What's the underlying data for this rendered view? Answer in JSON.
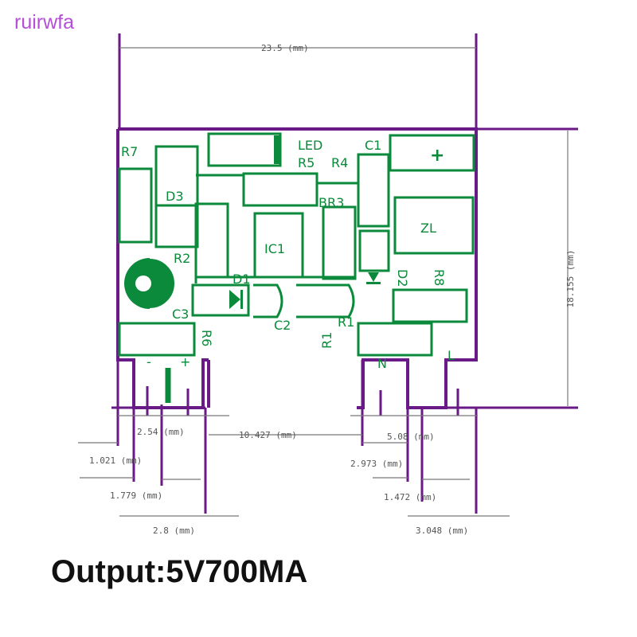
{
  "watermark": "ruirwfa",
  "output_label": "Output:5V700MA",
  "colors": {
    "board": "#6a1a86",
    "silk": "#0a8a3a",
    "dim": "#555555"
  },
  "dimensions": {
    "width": "23.5 (mm)",
    "height": "18.155 (mm)",
    "d1": "2.54 (mm)",
    "d2": "10.427 (mm)",
    "d3": "5.08 (mm)",
    "d4": "1.021 (mm)",
    "d5": "2.973 (mm)",
    "d6": "1.779 (mm)",
    "d7": "1.472 (mm)",
    "d8": "2.8 (mm)",
    "d9": "3.048 (mm)"
  },
  "components": {
    "r7": "R7",
    "d3": "D3",
    "r2": "R2",
    "c3": "C3",
    "r6": "R6",
    "led": "LED",
    "r5": "R5",
    "r4": "R4",
    "c1": "C1",
    "br3": "BR3",
    "zl": "ZL",
    "ic1": "IC1",
    "d1": "D1",
    "d2": "D2",
    "r8": "R8",
    "c2": "C2",
    "r1": "R1",
    "r1b": "R1",
    "minus": "-",
    "plus": "+",
    "n": "N",
    "l": "L",
    "c1_plus": "+"
  }
}
